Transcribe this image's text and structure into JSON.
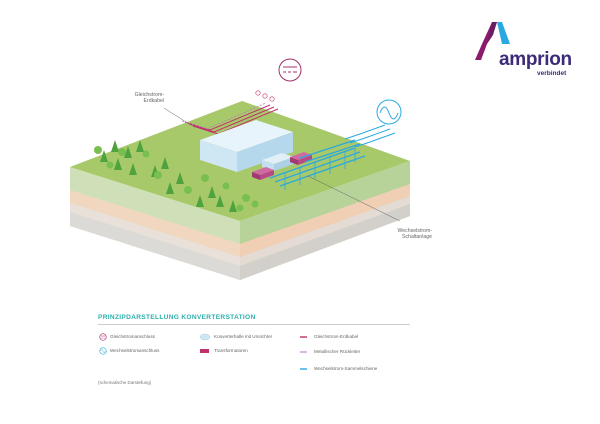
{
  "brand": {
    "name": "amprion",
    "tagline": "verbindet",
    "colors": {
      "purple": "#8a1a6e",
      "blue": "#2aa9e0",
      "navy": "#3d2a78"
    }
  },
  "callouts": {
    "dc_cable_line1": "Gleichstrom-",
    "dc_cable_line2": "Erdkabel",
    "ac_switchgear_line1": "Wechselstrom-",
    "ac_switchgear_line2": "Schaltanlage"
  },
  "legend": {
    "title": "PRINZIPDARSTELLUNG KONVERTERSTATION",
    "items": [
      {
        "label": "Gleichstromanschluss",
        "icon": "dc-symbol-icon"
      },
      {
        "label": "Wechselstromanschluss",
        "icon": "ac-symbol-icon"
      },
      {
        "label": "Konverterhalle mit Umrichter",
        "icon": "converter-hall-icon"
      },
      {
        "label": "Transformatoren",
        "icon": "transformer-icon"
      },
      {
        "label": "Gleichstrom-Erdkabel",
        "icon": "dc-cable-line-icon"
      },
      {
        "label": "Metallischer Rückleiter",
        "icon": "return-conductor-line-icon"
      },
      {
        "label": "Wechselstrom-Sammelschiene",
        "icon": "busbar-line-icon"
      }
    ],
    "note": "(schematische Darstellung)"
  }
}
